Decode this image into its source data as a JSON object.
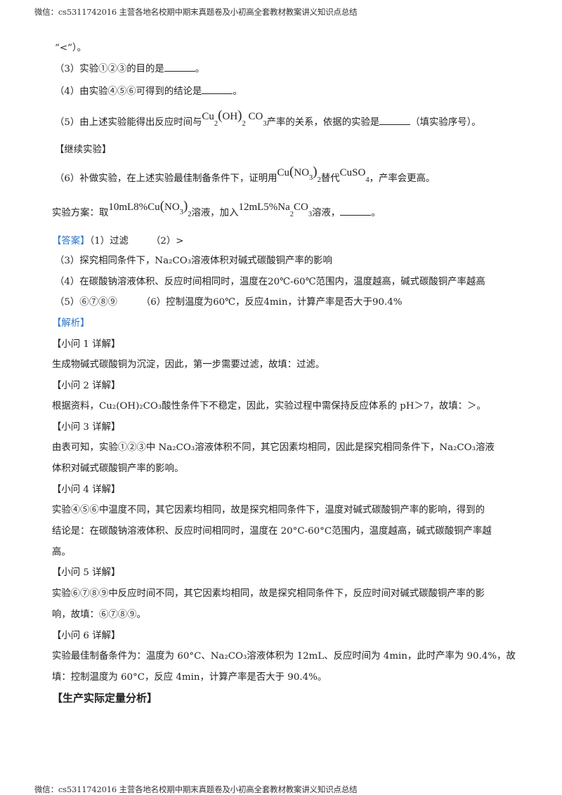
{
  "header": {
    "text": "微信：cs5311742016  主营各地名校期中期末真题卷及小初高全套教材教案讲义知识点总结"
  },
  "footer": {
    "text": "微信：cs5311742016  主营各地名校期中期末真题卷及小初高全套教材教案讲义知识点总结"
  },
  "question": {
    "cont_line": "“<”）。",
    "q3": {
      "prefix": "（3）实验①②③的目的是",
      "suffix": "。"
    },
    "q4": {
      "prefix": "（4）由实验④⑤⑥可得到的结论是",
      "suffix": "。"
    },
    "q5": {
      "prefix": "（5）由上述实验能得出反应时间与",
      "formula": "Cu2(OH)2CO3",
      "middle": "产率的关系，依据的实验是",
      "suffix": "（填实验序号）。"
    },
    "section_continue": "【继续实验】",
    "q6": {
      "prefix": "（6）补做实验，在上述实验最佳制备条件下，证明用",
      "formula1": "Cu(NO3)2",
      "middle": "替代",
      "formula2": "CuSO4",
      "suffix": "，产率会更高。"
    },
    "plan": {
      "prefix": "实验方案：取",
      "formula1": "10mL8%Cu(NO3)2",
      "mid1": "溶液，加入",
      "formula2": "12mL5%Na2CO3",
      "mid2": "溶液，",
      "suffix": "。"
    }
  },
  "answer": {
    "label": "【答案】",
    "a1": "（1）过滤",
    "a2": "（2）>",
    "a3": "（3）探究相同条件下，Na₂CO₃溶液体积对碱式碳酸铜产率的影响",
    "a4": "（4）在碳酸钠溶液体积、反应时间相同时，温度在20℃-60℃范围内，温度越高，碱式碳酸铜产率越高",
    "a5": "（5）⑥⑦⑧⑨",
    "a6": "（6）控制温度为60℃，反应4min，计算产率是否大于90.4%"
  },
  "analysis": {
    "label": "【解析】",
    "sections": [
      {
        "title": "【小问 1 详解】",
        "lines": [
          "生成物碱式碳酸铜为沉淀，因此，第一步需要过滤，故填：过滤。"
        ]
      },
      {
        "title": "【小问 2 详解】",
        "lines": [
          "根据资料，Cu₂(OH)₂CO₃酸性条件下不稳定，因此，实验过程中需保持反应体系的 pH＞7，故填：＞。"
        ]
      },
      {
        "title": "【小问 3 详解】",
        "lines": [
          "由表可知，实验①②③中 Na₂CO₃溶液体积不同，其它因素均相同，因此是探究相同条件下，Na₂CO₃溶液",
          "体积对碱式碳酸铜产率的影响。"
        ]
      },
      {
        "title": "【小问 4 详解】",
        "lines": [
          "实验④⑤⑥中温度不同，其它因素均相同，故是探究相同条件下，温度对碱式碳酸铜产率的影响，得到的",
          "结论是：在碳酸钠溶液体积、反应时间相同时，温度在 20°C-60°C范围内，温度越高，碱式碳酸铜产率越",
          "高。"
        ]
      },
      {
        "title": "【小问 5 详解】",
        "lines": [
          "实验⑥⑦⑧⑨中反应时间不同，其它因素均相同，故是探究相同条件下，反应时间对碱式碳酸铜产率的影",
          "响，故填：⑥⑦⑧⑨。"
        ]
      },
      {
        "title": "【小问 6 详解】",
        "lines": [
          "实验最佳制备条件为：温度为 60°C、Na₂CO₃溶液体积为 12mL、反应时间为 4min，此时产率为 90.4%，故",
          "填：控制温度为 60°C，反应 4min，计算产率是否大于 90.4%。"
        ]
      }
    ]
  },
  "next_section": "【生产实际定量分析】"
}
